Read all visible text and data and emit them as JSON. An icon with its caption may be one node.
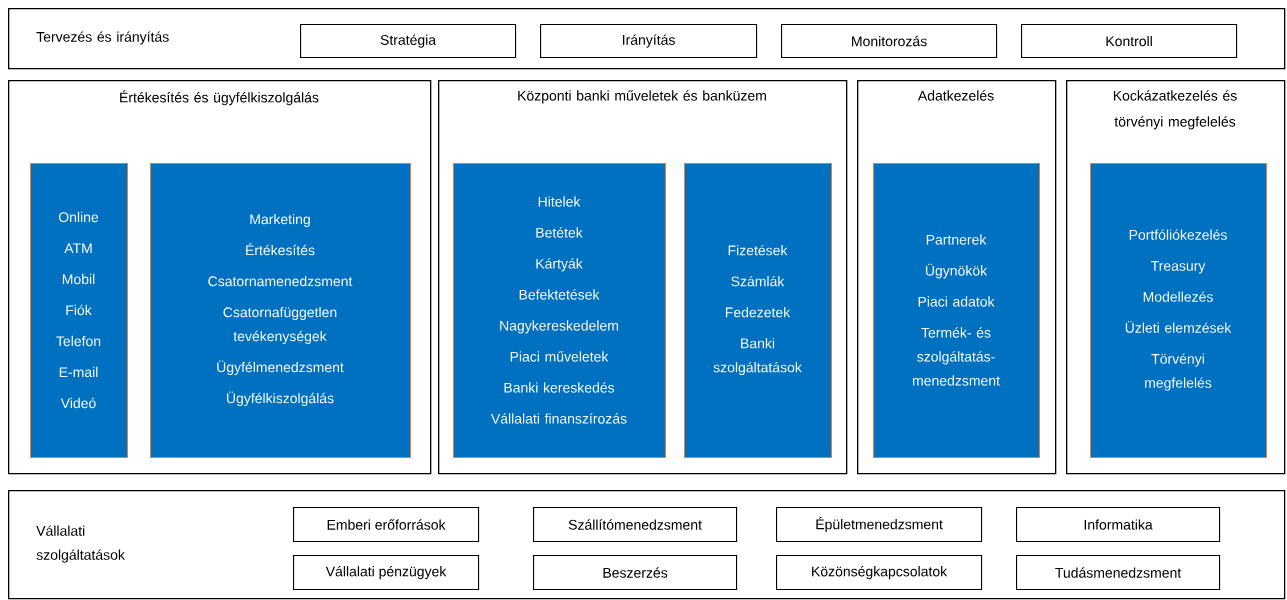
{
  "diagram": {
    "nodes": [
      {
        "text": [
          "Tervezés és irányítás"
        ]
      },
      {
        "text": [
          "Stratégia"
        ],
        "in": 0
      },
      {
        "text": [
          "Irányítás"
        ],
        "in": 0
      },
      {
        "text": [
          "Monitorozás"
        ],
        "in": 0
      },
      {
        "text": [
          "Kontroll"
        ],
        "in": 0
      },
      {
        "text": [
          "Értékesítés és ügyfélkiszolgálás"
        ]
      },
      {
        "text": [
          "Online",
          "ATM",
          "Mobil",
          "Fiók",
          "Telefon",
          "E-mail",
          "Videó"
        ],
        "in": 5
      },
      {
        "text": [
          "Marketing",
          "Értékesítés",
          "Csatornamenedzsment",
          "Csatornafüggetlen tevékenységek",
          "Ügyfélmenedzsment",
          "Ügyfélkiszolgálás"
        ],
        "in": 5
      },
      {
        "text": [
          "Központi banki műveletek és banküzem"
        ]
      },
      {
        "text": [
          "Hitelek",
          "Betétek",
          "Kártyák",
          "Befektetések",
          "Nagykereskedelem",
          "Piaci műveletek",
          "Banki kereskedés",
          "Vállalati finanszírozás"
        ],
        "in": 8
      },
      {
        "text": [
          "Fizetések",
          "Számlák",
          "Fedezetek",
          "Banki szolgáltatások"
        ],
        "in": 8
      },
      {
        "text": [
          "Adatkezelés"
        ]
      },
      {
        "text": [
          "Partnerek",
          "Ügynökök",
          "Piaci adatok",
          "Termék- és szolgáltatás-menedzsment"
        ],
        "in": 11
      },
      {
        "text": [
          "Kockázatkezelés és törvényi megfelelés"
        ]
      },
      {
        "text": [
          "Portfóliókezelés",
          "Treasury",
          "Modellezés",
          "Üzleti elemzések",
          "Törvényi megfelelés"
        ],
        "in": 13
      },
      {
        "text": [
          "Vállalati szolgáltatások"
        ]
      },
      {
        "text": [
          "Emberi erőforrások"
        ],
        "in": 15
      },
      {
        "text": [
          "Szállítómenedzsment"
        ],
        "in": 15
      },
      {
        "text": [
          "Épületmenedzsment"
        ],
        "in": 15
      },
      {
        "text": [
          "Informatika"
        ],
        "in": 15
      },
      {
        "text": [
          "Vállalati pénzügyek"
        ],
        "in": 15
      },
      {
        "text": [
          "Beszerzés"
        ],
        "in": 15
      },
      {
        "text": [
          "Közönségkapcsolatok"
        ],
        "in": 15
      },
      {
        "text": [
          "Tudásmenedzsment"
        ],
        "in": 15
      }
    ]
  }
}
